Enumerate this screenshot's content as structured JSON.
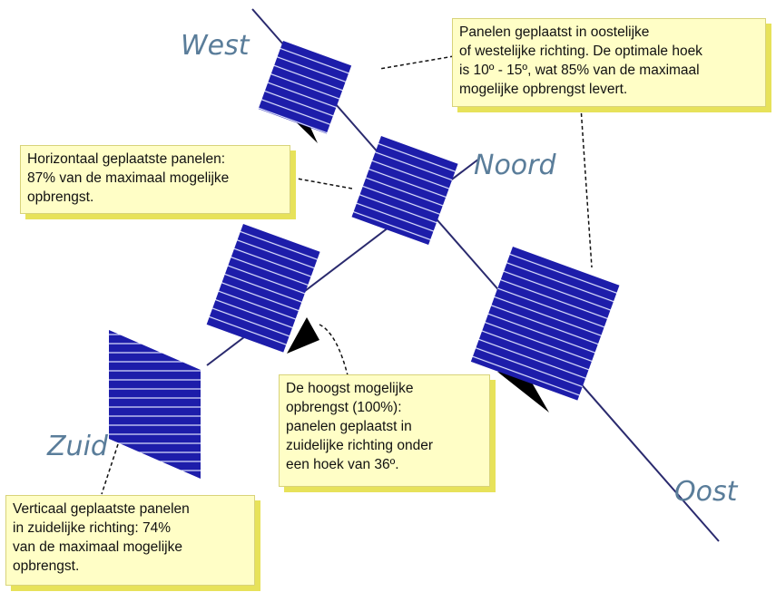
{
  "directions": {
    "west": "West",
    "north": "Noord",
    "south": "Zuid",
    "east": "Oost"
  },
  "callouts": {
    "east_west": "Panelen geplaatst in oostelijke\nof westelijke richting. De optimale hoek\nis 10º - 15º, wat 85% van de maximaal\nmogelijke opbrengst levert.",
    "horizontal": "Horizontaal geplaatste panelen:\n87% van de maximaal mogelijke\nopbrengst.",
    "optimal": "De hoogst mogelijke\nopbrengst (100%):\npanelen geplaatst in\nzuidelijke richting onder\neen hoek van 36º.",
    "vertical": "Verticaal geplaatste panelen\nin zuidelijke richting: 74%\nvan de maximaal mogelijke\nopbrengst."
  },
  "colors": {
    "panel": "#1d1daa",
    "panel_stripe": "#dfe3ff",
    "axis": "#2a2a6e",
    "callout_bg": "#fffec6",
    "callout_shadow": "#e7e25a",
    "compass_text": "#5a7d9a"
  }
}
